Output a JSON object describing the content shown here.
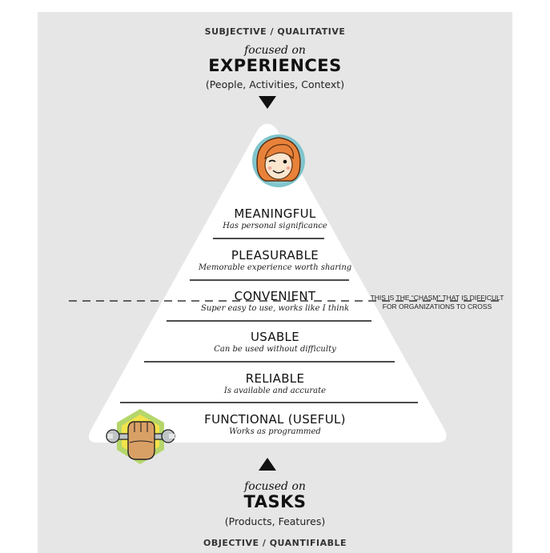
{
  "top": {
    "axis_label": "SUBJECTIVE / QUALITATIVE",
    "focused_on": "focused on",
    "heading": "EXPERIENCES",
    "details": "(People, Activities, Context)"
  },
  "bottom": {
    "focused_on": "focused on",
    "heading": "TASKS",
    "details": "(Products, Features)",
    "axis_label": "OBJECTIVE / QUANTIFIABLE"
  },
  "levels": [
    {
      "title": "MEANINGFUL",
      "subtitle": "Has personal significance"
    },
    {
      "title": "PLEASURABLE",
      "subtitle": "Memorable experience worth sharing"
    },
    {
      "title": "CONVENIENT",
      "subtitle": "Super easy to use, works like I think"
    },
    {
      "title": "USABLE",
      "subtitle": "Can be used without difficulty"
    },
    {
      "title": "RELIABLE",
      "subtitle": "Is available and accurate"
    },
    {
      "title": "FUNCTIONAL (USEFUL)",
      "subtitle": "Works as programmed"
    }
  ],
  "chasm": {
    "line1": "THIS IS THE “CHASM” THAT IS DIFFICULT",
    "line2": "FOR ORGANIZATIONS TO CROSS"
  },
  "icons": {
    "top": "smiling-girl-face-icon",
    "bottom": "fist-holding-wrench-icon"
  },
  "colors": {
    "background": "#e6e6e6",
    "pyramid": "#ffffff",
    "hair": "#e8823a",
    "badge_blue": "#7fc4cc",
    "hex_yellow": "#f2e34a",
    "hex_green": "#b5d66a",
    "skin": "#d9a066"
  }
}
